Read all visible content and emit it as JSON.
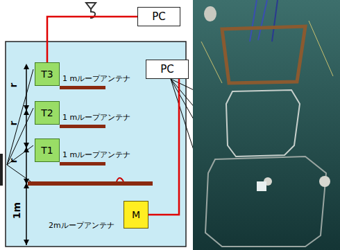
{
  "diagram": {
    "nodes": [
      {
        "text": [
          "PC"
        ]
      },
      {
        "text": [
          "PC"
        ]
      },
      {
        "text": [
          "T3"
        ]
      },
      {
        "text": [
          "T2"
        ]
      },
      {
        "text": [
          "T1"
        ]
      },
      {
        "text": [
          "M"
        ]
      }
    ],
    "edges": [
      {
        "from": 0,
        "to": 2,
        "arrow": "none"
      },
      {
        "from": 1,
        "to": 5,
        "arrow": "none"
      }
    ],
    "labels": [
      "1 mループアンテナ",
      "1 mループアンテナ",
      "1 mループアンテナ",
      "2mループアンテナ",
      "r",
      "r",
      "r",
      "1m"
    ]
  }
}
